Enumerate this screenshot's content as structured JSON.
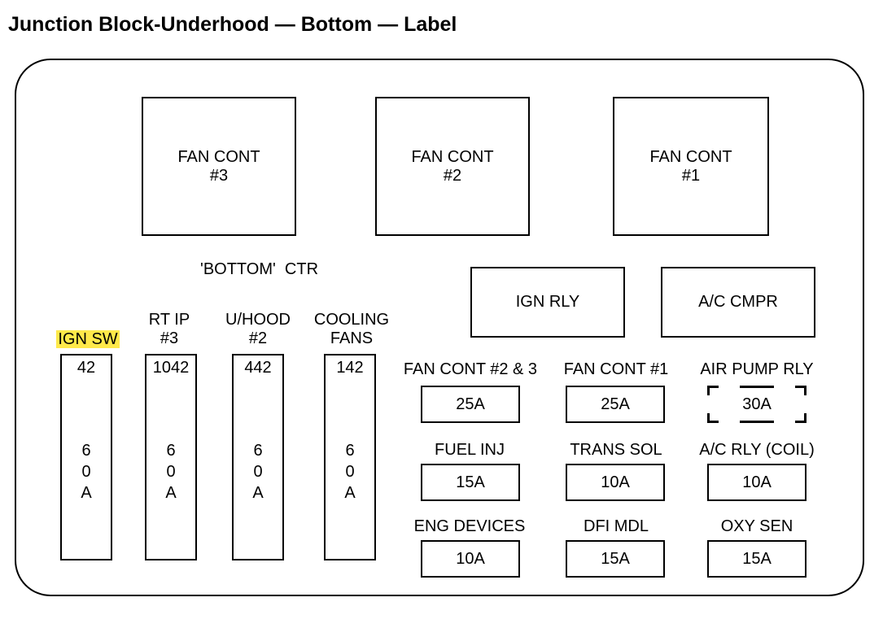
{
  "title": "Junction Block-Underhood — Bottom — Label",
  "fan_controls": [
    {
      "line1": "FAN CONT",
      "line2": "#3"
    },
    {
      "line1": "FAN CONT",
      "line2": "#2"
    },
    {
      "line1": "FAN CONT",
      "line2": "#1"
    }
  ],
  "bottom_ctr": "'BOTTOM'  CTR",
  "relays": {
    "ign_rly": "IGN RLY",
    "ac_cmpr": "A/C CMPR"
  },
  "maxi_fuses": [
    {
      "name_line1": "IGN SW",
      "name_line2": "",
      "code": "42",
      "amp": [
        "6",
        "0",
        "A"
      ],
      "highlighted": true
    },
    {
      "name_line1": "RT IP",
      "name_line2": "#3",
      "code": "1042",
      "amp": [
        "6",
        "0",
        "A"
      ]
    },
    {
      "name_line1": "U/HOOD",
      "name_line2": "#2",
      "code": "442",
      "amp": [
        "6",
        "0",
        "A"
      ]
    },
    {
      "name_line1": "COOLING",
      "name_line2": "FANS",
      "code": "142",
      "amp": [
        "6",
        "0",
        "A"
      ]
    }
  ],
  "mini_fuses": [
    {
      "label": "FAN CONT #2 & 3",
      "value": "25A"
    },
    {
      "label": "FAN CONT #1",
      "value": "25A"
    },
    {
      "label": "AIR PUMP RLY",
      "value": "30A",
      "dashed": true
    },
    {
      "label": "FUEL INJ",
      "value": "15A"
    },
    {
      "label": "TRANS SOL",
      "value": "10A"
    },
    {
      "label": "A/C RLY (COIL)",
      "value": "10A"
    },
    {
      "label": "ENG DEVICES",
      "value": "10A"
    },
    {
      "label": "DFI MDL",
      "value": "15A"
    },
    {
      "label": "OXY SEN",
      "value": "15A"
    }
  ],
  "colors": {
    "highlight": "#ffe94a",
    "line": "#000000",
    "background": "#ffffff"
  }
}
